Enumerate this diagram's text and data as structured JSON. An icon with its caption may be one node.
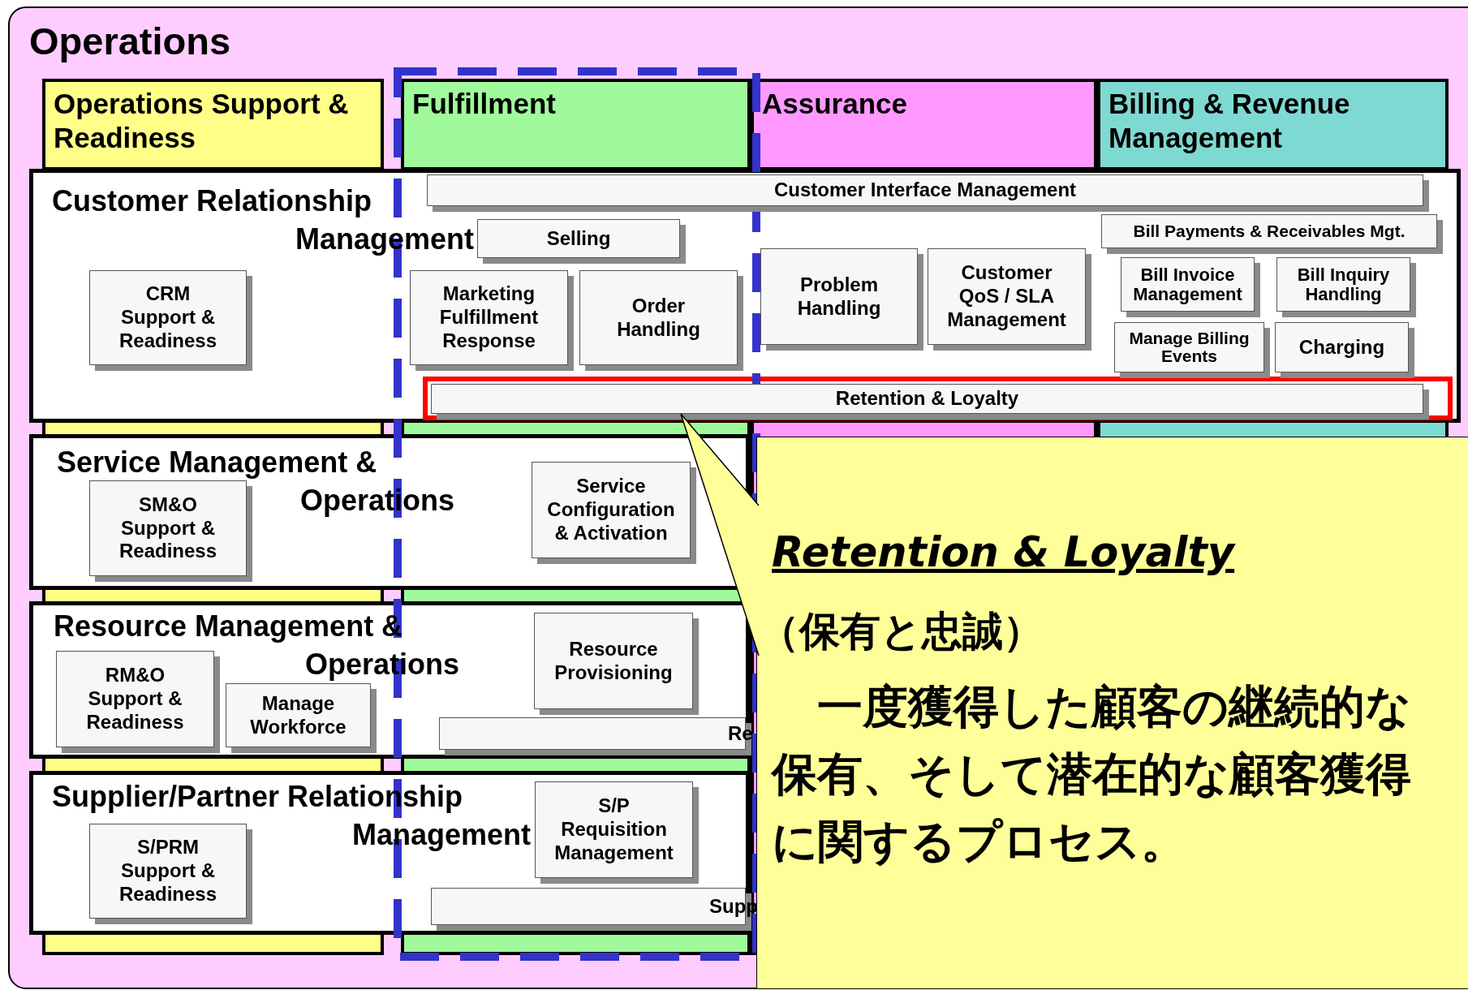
{
  "diagram": {
    "nodes": [
      {
        "text": [
          "Operations"
        ]
      },
      {
        "text": [
          "Operations Support & Readiness"
        ],
        "in": 0
      },
      {
        "text": [
          "Fulfillment"
        ],
        "in": 0
      },
      {
        "text": [
          "Assurance"
        ],
        "in": 0
      },
      {
        "text": [
          "Billing & Revenue Management"
        ],
        "in": 0
      },
      {
        "text": [
          "Customer Relationship Management"
        ],
        "in": 0
      },
      {
        "text": [
          "Customer Interface Management"
        ],
        "in": 5
      },
      {
        "text": [
          "Selling"
        ],
        "in": 5
      },
      {
        "text": [
          "CRM Support & Readiness"
        ],
        "in": 5
      },
      {
        "text": [
          "Marketing Fulfillment Response"
        ],
        "in": 5
      },
      {
        "text": [
          "Order Handling"
        ],
        "in": 5
      },
      {
        "text": [
          "Problem Handling"
        ],
        "in": 5
      },
      {
        "text": [
          "Customer QoS / SLA Management"
        ],
        "in": 5
      },
      {
        "text": [
          "Bill Payments & Receivables Mgt."
        ],
        "in": 5
      },
      {
        "text": [
          "Bill Invoice Management"
        ],
        "in": 5
      },
      {
        "text": [
          "Bill Inquiry Handling"
        ],
        "in": 5
      },
      {
        "text": [
          "Manage Billing Events"
        ],
        "in": 5
      },
      {
        "text": [
          "Charging"
        ],
        "in": 5
      },
      {
        "text": [
          "Retention & Loyalty"
        ],
        "in": 5
      },
      {
        "text": [
          "Service Management & Operations"
        ],
        "in": 0
      },
      {
        "text": [
          "SM&O Support & Readiness"
        ],
        "in": 19
      },
      {
        "text": [
          "Service Configuration & Activation"
        ],
        "in": 19
      },
      {
        "text": [
          "Resource Management & Operations"
        ],
        "in": 0
      },
      {
        "text": [
          "RM&O Support & Readiness"
        ],
        "in": 22
      },
      {
        "text": [
          "Manage Workforce"
        ],
        "in": 22
      },
      {
        "text": [
          "Resource Provisioning"
        ],
        "in": 22
      },
      {
        "text": [
          "Re"
        ],
        "in": 22
      },
      {
        "text": [
          "Supplier/Partner Relationship Management"
        ],
        "in": 0
      },
      {
        "text": [
          "S/PRM Support & Readiness"
        ],
        "in": 27
      },
      {
        "text": [
          "S/P Requisition Management"
        ],
        "in": 27
      },
      {
        "text": [
          "Supp"
        ],
        "in": 27
      },
      {
        "text": [
          "Retention & Loyalty",
          "（保有と忠誠）",
          "一度獲得した顧客の継続的な保有、そして潜在的な顧客獲得に関するプロセス。"
        ],
        "in": 0
      }
    ],
    "edges": [
      {
        "from": 31,
        "to": 18,
        "arrow": "none"
      }
    ]
  }
}
